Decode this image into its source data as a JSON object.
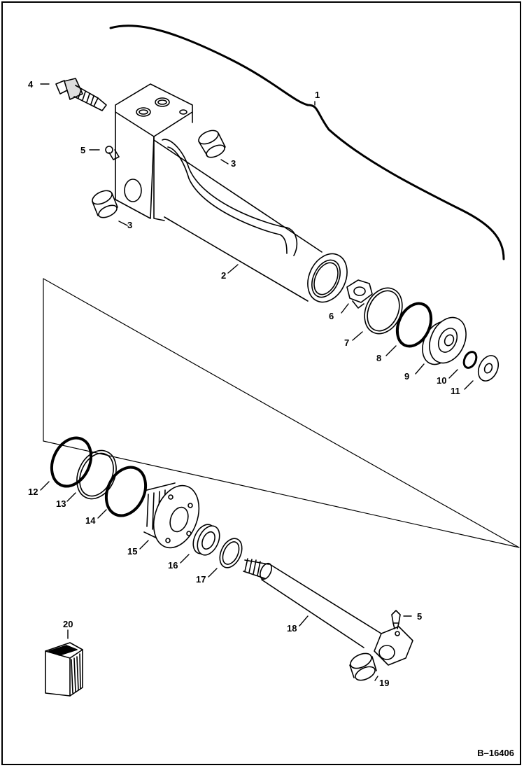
{
  "document_id": "B–16406",
  "callouts": [
    {
      "id": "1",
      "label": "1"
    },
    {
      "id": "2",
      "label": "2"
    },
    {
      "id": "3a",
      "label": "3"
    },
    {
      "id": "3b",
      "label": "3"
    },
    {
      "id": "4",
      "label": "4"
    },
    {
      "id": "5a",
      "label": "5"
    },
    {
      "id": "5b",
      "label": "5"
    },
    {
      "id": "6",
      "label": "6"
    },
    {
      "id": "7",
      "label": "7"
    },
    {
      "id": "8",
      "label": "8"
    },
    {
      "id": "9",
      "label": "9"
    },
    {
      "id": "10",
      "label": "10"
    },
    {
      "id": "11",
      "label": "11"
    },
    {
      "id": "12",
      "label": "12"
    },
    {
      "id": "13",
      "label": "13"
    },
    {
      "id": "14",
      "label": "14"
    },
    {
      "id": "15",
      "label": "15"
    },
    {
      "id": "16",
      "label": "16"
    },
    {
      "id": "17",
      "label": "17"
    },
    {
      "id": "18",
      "label": "18"
    },
    {
      "id": "19",
      "label": "19"
    },
    {
      "id": "20",
      "label": "20"
    }
  ]
}
